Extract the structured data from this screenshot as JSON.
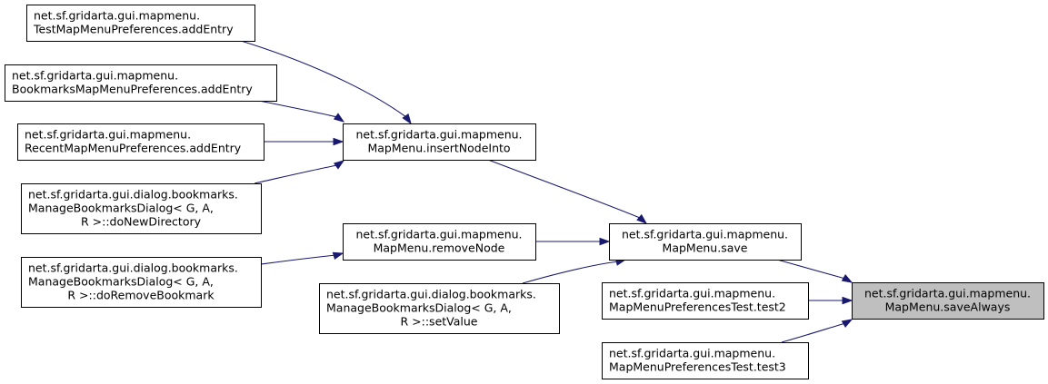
{
  "diagram": {
    "type": "call-graph",
    "edge_color": "#191970",
    "current_node_fill": "#bfbfbf",
    "nodes": [
      {
        "id": "test_add",
        "lines": [
          "net.sf.gridarta.gui.mapmenu.",
          "TestMapMenuPreferences.addEntry"
        ],
        "align": "start"
      },
      {
        "id": "bookmarks_add",
        "lines": [
          "net.sf.gridarta.gui.mapmenu.",
          "BookmarksMapMenuPreferences.addEntry"
        ],
        "align": "start"
      },
      {
        "id": "recent_add",
        "lines": [
          "net.sf.gridarta.gui.mapmenu.",
          "RecentMapMenuPreferences.addEntry"
        ],
        "align": "start"
      },
      {
        "id": "do_new_dir",
        "lines": [
          "net.sf.gridarta.gui.dialog.bookmarks.",
          "ManageBookmarksDialog< G, A,",
          "R >::doNewDirectory"
        ],
        "align": "mixed"
      },
      {
        "id": "do_remove_bm",
        "lines": [
          "net.sf.gridarta.gui.dialog.bookmarks.",
          "ManageBookmarksDialog< G, A,",
          "R >::doRemoveBookmark"
        ],
        "align": "mixed"
      },
      {
        "id": "insert_node",
        "lines": [
          "net.sf.gridarta.gui.mapmenu.",
          "MapMenu.insertNodeInto"
        ],
        "align": "middle"
      },
      {
        "id": "remove_node",
        "lines": [
          "net.sf.gridarta.gui.mapmenu.",
          "MapMenu.removeNode"
        ],
        "align": "middle"
      },
      {
        "id": "set_value",
        "lines": [
          "net.sf.gridarta.gui.dialog.bookmarks.",
          "ManageBookmarksDialog< G, A,",
          "R >::setValue"
        ],
        "align": "mixed"
      },
      {
        "id": "save",
        "lines": [
          "net.sf.gridarta.gui.mapmenu.",
          "MapMenu.save"
        ],
        "align": "middle"
      },
      {
        "id": "test2",
        "lines": [
          "net.sf.gridarta.gui.mapmenu.",
          "MapMenuPreferencesTest.test2"
        ],
        "align": "start"
      },
      {
        "id": "test3",
        "lines": [
          "net.sf.gridarta.gui.mapmenu.",
          "MapMenuPreferencesTest.test3"
        ],
        "align": "start"
      },
      {
        "id": "save_always",
        "lines": [
          "net.sf.gridarta.gui.mapmenu.",
          "MapMenu.saveAlways"
        ],
        "align": "middle",
        "current": true
      }
    ],
    "edges": [
      {
        "from": "test_add",
        "to": "insert_node"
      },
      {
        "from": "bookmarks_add",
        "to": "insert_node"
      },
      {
        "from": "recent_add",
        "to": "insert_node"
      },
      {
        "from": "do_new_dir",
        "to": "insert_node"
      },
      {
        "from": "do_remove_bm",
        "to": "remove_node"
      },
      {
        "from": "insert_node",
        "to": "save"
      },
      {
        "from": "remove_node",
        "to": "save"
      },
      {
        "from": "set_value",
        "to": "save"
      },
      {
        "from": "save",
        "to": "save_always"
      },
      {
        "from": "test2",
        "to": "save_always"
      },
      {
        "from": "test3",
        "to": "save_always"
      }
    ]
  }
}
